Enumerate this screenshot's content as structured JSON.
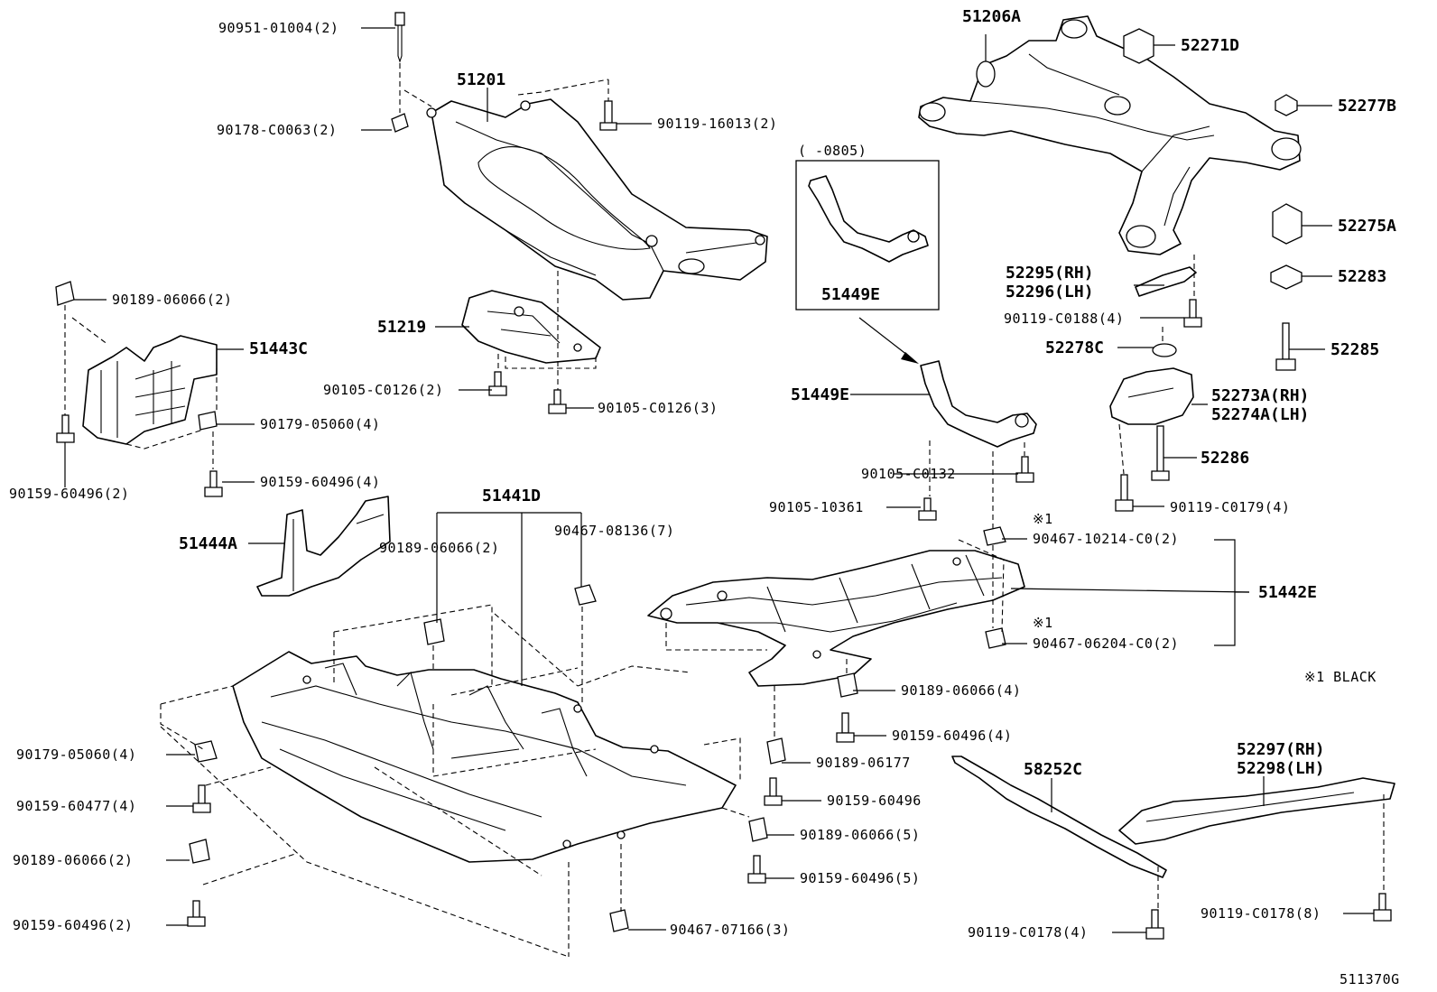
{
  "labels": {
    "p_90951_01004": "90951-01004(2)",
    "p_90178_c0063": "90178-C0063(2)",
    "p_51201": "51201",
    "p_90119_16013": "90119-16013(2)",
    "p_51219": "51219",
    "p_90105_c0126_2": "90105-C0126(2)",
    "p_90105_c0126_3": "90105-C0126(3)",
    "p_90189_06066_2a": "90189-06066(2)",
    "p_51443c": "51443C",
    "p_90179_05060_4a": "90179-05060(4)",
    "p_90159_60496_4a": "90159-60496(4)",
    "p_90159_60496_2a": "90159-60496(2)",
    "p_51444a": "51444A",
    "p_51441d": "51441D",
    "p_90189_06066_2b": "90189-06066(2)",
    "p_90467_08136": "90467-08136(7)",
    "p_90179_05060_4b": "90179-05060(4)",
    "p_90159_60477": "90159-60477(4)",
    "p_90189_06066_2c": "90189-06066(2)",
    "p_90159_60496_2b": "90159-60496(2)",
    "p_90467_07166": "90467-07166(3)",
    "p_range": "(    -0805)",
    "p_51449e_box": "51449E",
    "p_51449e": "51449E",
    "p_90105_c0132": "90105-C0132",
    "p_90105_10361": "90105-10361",
    "note_mark_1": "※1",
    "p_90467_10214": "90467-10214-C0(2)",
    "p_51442e": "51442E",
    "note_mark_2": "※1",
    "p_90467_06204": "90467-06204-C0(2)",
    "note_black": "※1 BLACK",
    "p_90189_06066_4": "90189-06066(4)",
    "p_90159_60496_4b": "90159-60496(4)",
    "p_90189_06177": "90189-06177",
    "p_90159_60496": "90159-60496",
    "p_90189_06066_5": "90189-06066(5)",
    "p_90159_60496_5": "90159-60496(5)",
    "p_51206a": "51206A",
    "p_52271d": "52271D",
    "p_52277b": "52277B",
    "p_52275a": "52275A",
    "p_52283": "52283",
    "p_52285": "52285",
    "p_52295": "52295(RH)",
    "p_52296": "52296(LH)",
    "p_90119_c0188": "90119-C0188(4)",
    "p_52278c": "52278C",
    "p_52273a": "52273A(RH)",
    "p_52274a": "52274A(LH)",
    "p_52286": "52286",
    "p_90119_c0179": "90119-C0179(4)",
    "p_58252c": "58252C",
    "p_52297": "52297(RH)",
    "p_52298": "52298(LH)",
    "p_90119_c0178_8": "90119-C0178(8)",
    "p_90119_c0178_4": "90119-C0178(4)",
    "ref_code": "511370G"
  }
}
